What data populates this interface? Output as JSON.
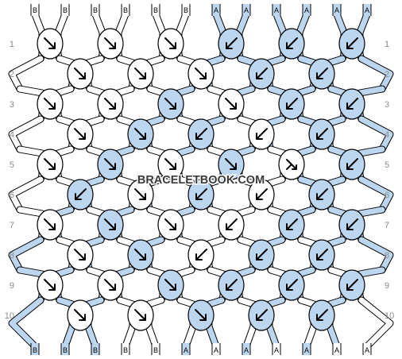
{
  "watermark": "BRACELETBOOK.COM",
  "colors": {
    "A": "#bcd6f0",
    "B": "#ffffff",
    "outline": "#000000",
    "row_label": "#8a8a8a"
  },
  "strands": [
    "B",
    "B",
    "B",
    "B",
    "B",
    "B",
    "A",
    "A",
    "A",
    "A",
    "A",
    "A"
  ],
  "bottom_strands": [
    "B",
    "B",
    "B",
    "B",
    "B",
    "A",
    "A",
    "A",
    "A",
    "A",
    "A",
    "A"
  ],
  "row_labels": [
    "1",
    "2",
    "3",
    "4",
    "5",
    "6",
    "7",
    "8",
    "9",
    "10"
  ],
  "knots": [
    [
      {
        "d": "se",
        "c": "B"
      },
      {
        "d": "se",
        "c": "B"
      },
      {
        "d": "se",
        "c": "B"
      },
      {
        "d": "sw",
        "c": "A"
      },
      {
        "d": "sw",
        "c": "A"
      },
      {
        "d": "sw",
        "c": "A"
      }
    ],
    [
      {
        "d": "se",
        "c": "B"
      },
      {
        "d": "se",
        "c": "B"
      },
      {
        "d": "se",
        "c": "B"
      },
      {
        "d": "sw",
        "c": "A"
      },
      {
        "d": "sw",
        "c": "A"
      }
    ],
    [
      {
        "d": "se",
        "c": "B"
      },
      {
        "d": "se",
        "c": "B"
      },
      {
        "d": "se",
        "c": "A"
      },
      {
        "d": "se",
        "c": "B"
      },
      {
        "d": "sw",
        "c": "A"
      },
      {
        "d": "sw",
        "c": "A"
      }
    ],
    [
      {
        "d": "se",
        "c": "B"
      },
      {
        "d": "se",
        "c": "A"
      },
      {
        "d": "sw",
        "c": "A"
      },
      {
        "d": "sw",
        "c": "B"
      },
      {
        "d": "sw",
        "c": "A"
      }
    ],
    [
      {
        "d": "se",
        "c": "B"
      },
      {
        "d": "se",
        "c": "A"
      },
      {
        "d": "se",
        "c": "B"
      },
      {
        "d": "se",
        "c": "A"
      },
      {
        "d": "bse",
        "c": "B"
      },
      {
        "d": "sw",
        "c": "A"
      }
    ],
    [
      {
        "d": "sw",
        "c": "A"
      },
      {
        "d": "se",
        "c": "B"
      },
      {
        "d": "sw",
        "c": "A"
      },
      {
        "d": "sw",
        "c": "B"
      },
      {
        "d": "sw",
        "c": "A"
      }
    ],
    [
      {
        "d": "se",
        "c": "B"
      },
      {
        "d": "se",
        "c": "A"
      },
      {
        "d": "se",
        "c": "B"
      },
      {
        "d": "sw",
        "c": "B"
      },
      {
        "d": "sw",
        "c": "A"
      },
      {
        "d": "sw",
        "c": "A"
      }
    ],
    [
      {
        "d": "se",
        "c": "B"
      },
      {
        "d": "se",
        "c": "A"
      },
      {
        "d": "sw",
        "c": "B"
      },
      {
        "d": "sw",
        "c": "A"
      },
      {
        "d": "sw",
        "c": "A"
      }
    ],
    [
      {
        "d": "se",
        "c": "B"
      },
      {
        "d": "se",
        "c": "B"
      },
      {
        "d": "se",
        "c": "A"
      },
      {
        "d": "sw",
        "c": "A"
      },
      {
        "d": "sw",
        "c": "A"
      },
      {
        "d": "sw",
        "c": "A"
      }
    ],
    [
      {
        "d": "se",
        "c": "B"
      },
      {
        "d": "se",
        "c": "B"
      },
      {
        "d": "se",
        "c": "A"
      },
      {
        "d": "sw",
        "c": "A"
      },
      {
        "d": "sw",
        "c": "A"
      }
    ]
  ]
}
